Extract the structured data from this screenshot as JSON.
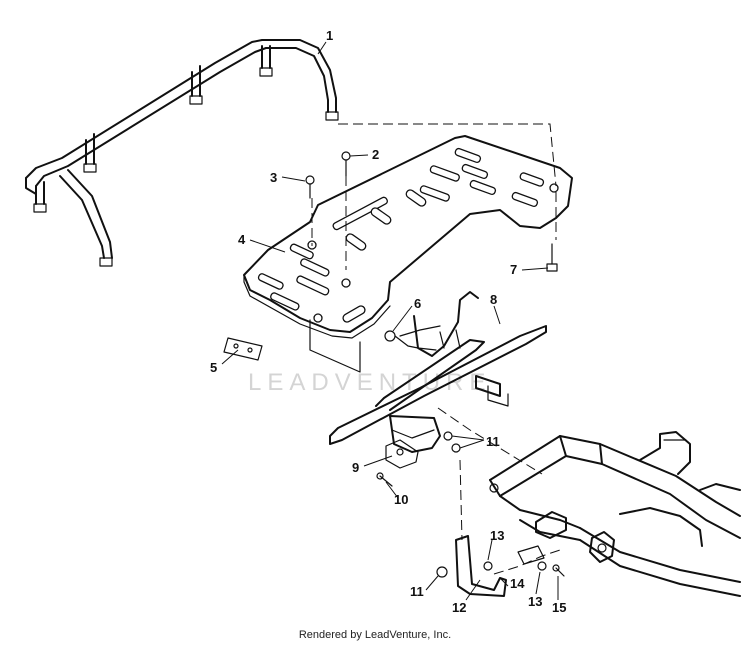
{
  "watermark": "LEADVENTURE",
  "footer": "Rendered by LeadVenture, Inc.",
  "callouts": {
    "c1": "1",
    "c2": "2",
    "c3": "3",
    "c4": "4",
    "c5": "5",
    "c6": "6",
    "c7": "7",
    "c8": "8",
    "c9": "9",
    "c10": "10",
    "c11a": "11",
    "c11b": "11",
    "c12": "12",
    "c13a": "13",
    "c13b": "13",
    "c14": "14",
    "c15": "15"
  }
}
